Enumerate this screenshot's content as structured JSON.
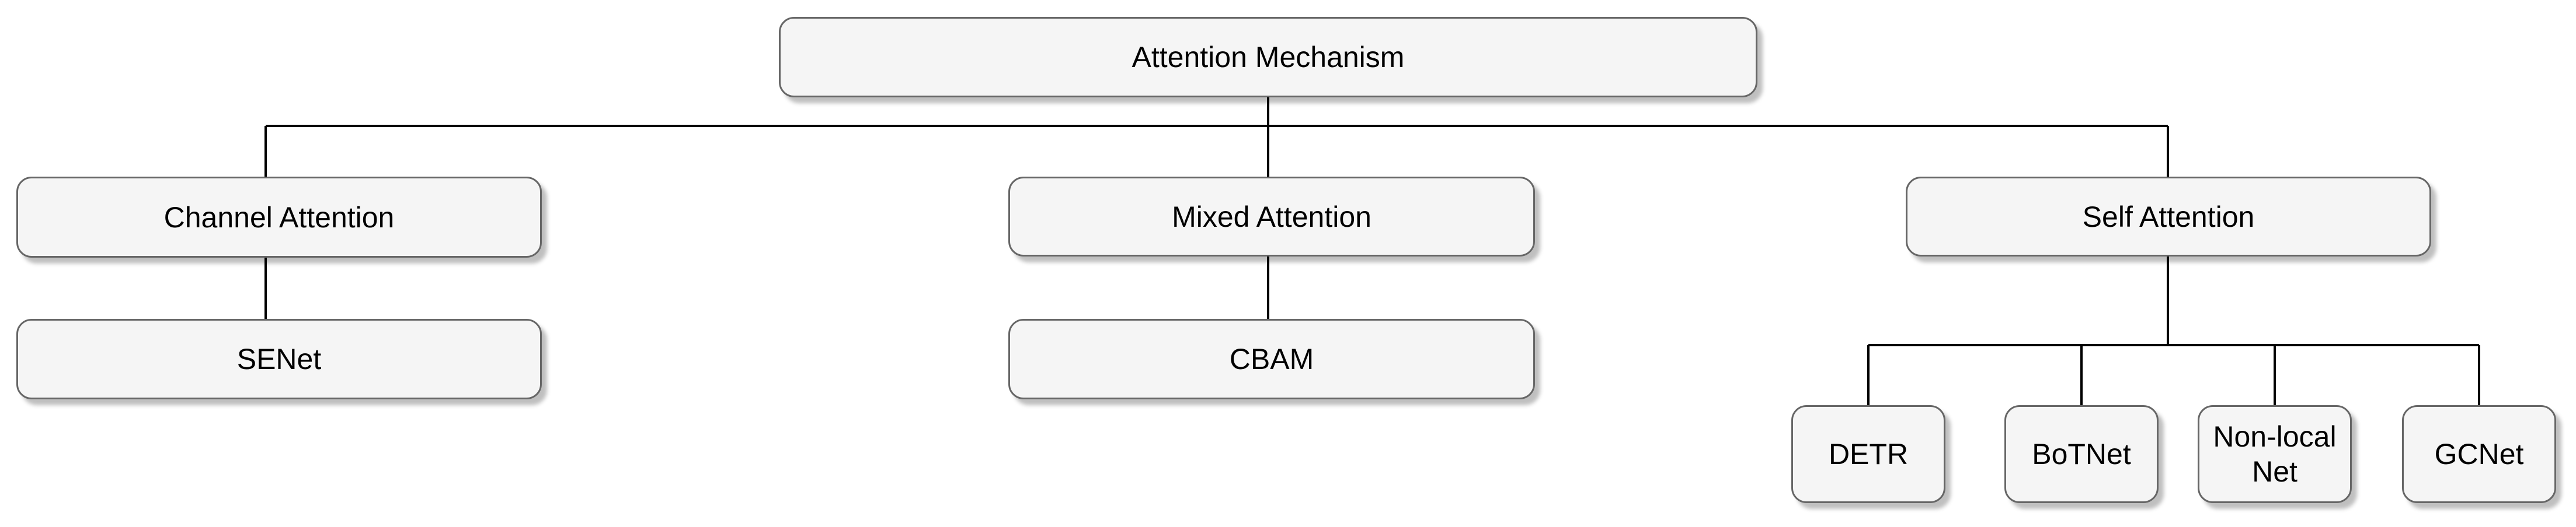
{
  "diagram": {
    "type": "tree",
    "background_color": "#ffffff",
    "node_fill": "#f5f5f5",
    "node_border_color": "#666666",
    "connector_color": "#000000",
    "text_color": "#000000",
    "nodes": {
      "root": {
        "label": "Attention Mechanism"
      },
      "channel": {
        "label": "Channel Attention"
      },
      "mixed": {
        "label": "Mixed Attention"
      },
      "self": {
        "label": "Self Attention"
      },
      "senet": {
        "label": "SENet"
      },
      "cbam": {
        "label": "CBAM"
      },
      "detr": {
        "label": "DETR"
      },
      "botnet": {
        "label": "BoTNet"
      },
      "nonlocal": {
        "label": "Non-local Net"
      },
      "gcnet": {
        "label": "GCNet"
      }
    },
    "edges": [
      {
        "from": "Attention Mechanism",
        "to": "Channel Attention"
      },
      {
        "from": "Attention Mechanism",
        "to": "Mixed Attention"
      },
      {
        "from": "Attention Mechanism",
        "to": "Self Attention"
      },
      {
        "from": "Channel Attention",
        "to": "SENet"
      },
      {
        "from": "Mixed Attention",
        "to": "CBAM"
      },
      {
        "from": "Self Attention",
        "to": "DETR"
      },
      {
        "from": "Self Attention",
        "to": "BoTNet"
      },
      {
        "from": "Self Attention",
        "to": "Non-local Net"
      },
      {
        "from": "Self Attention",
        "to": "GCNet"
      }
    ]
  }
}
